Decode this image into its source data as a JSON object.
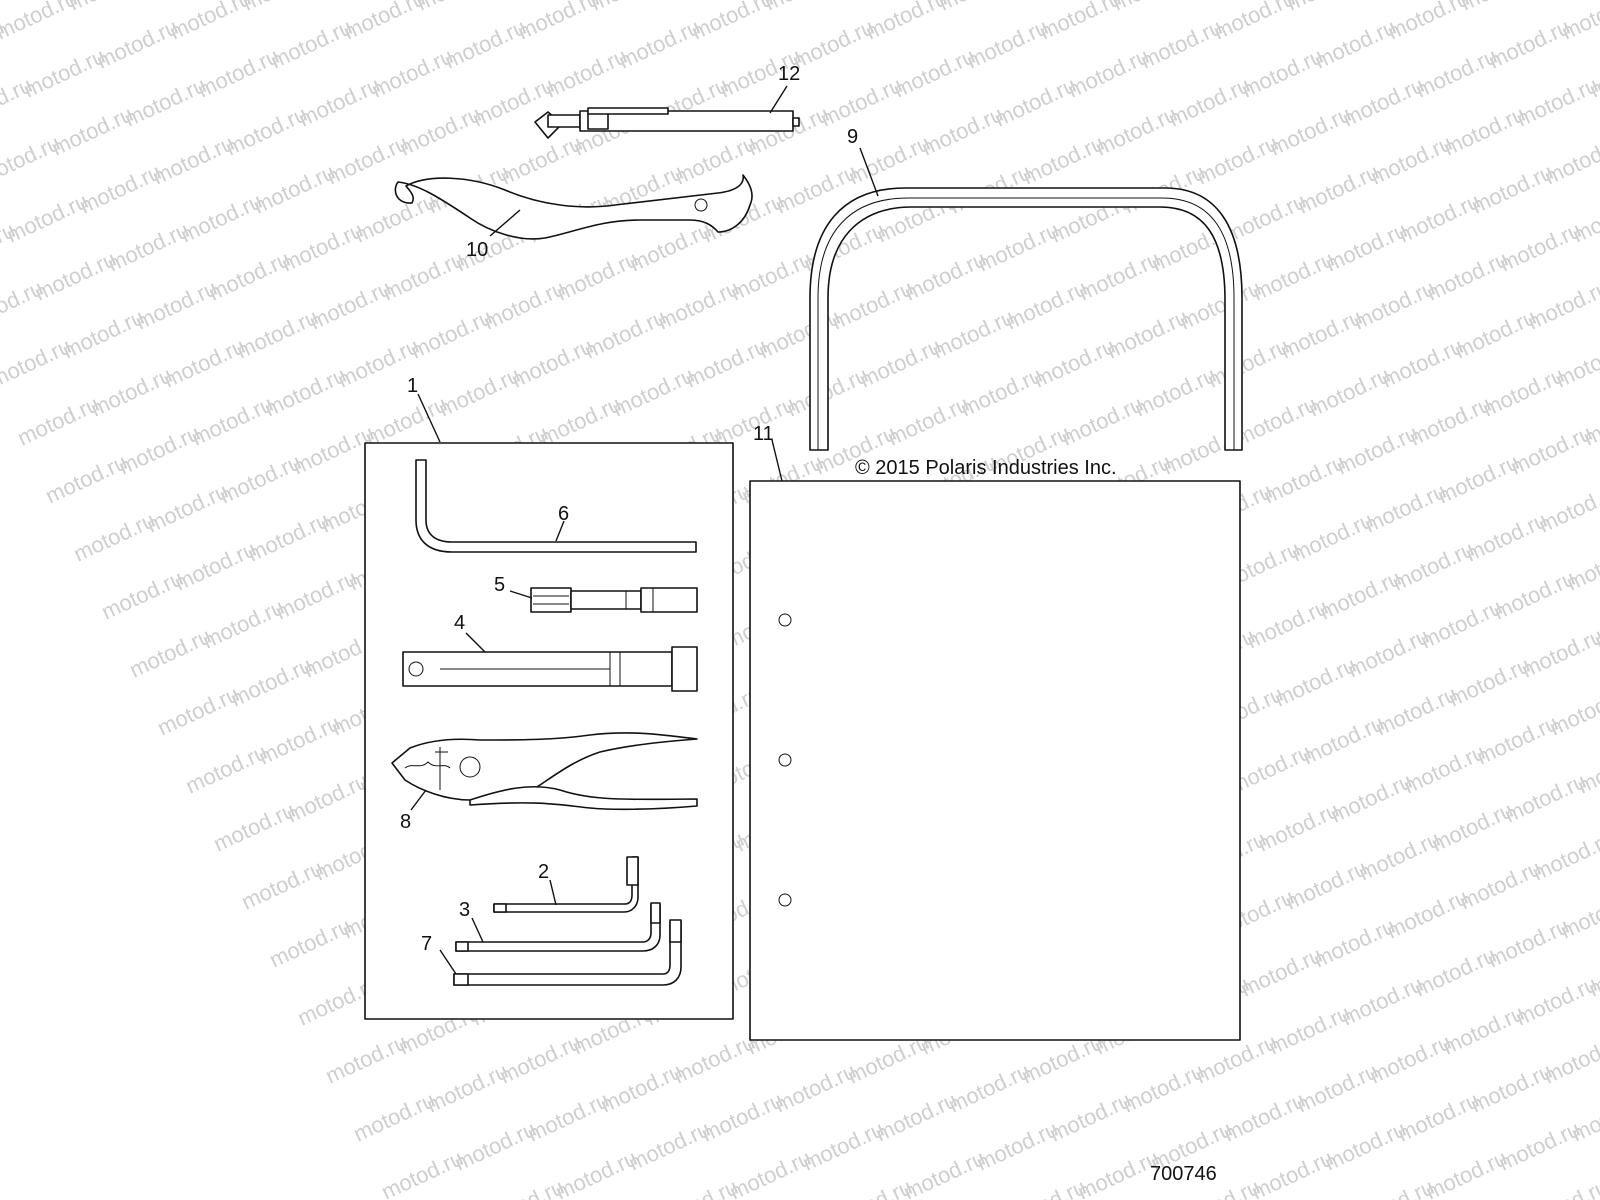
{
  "watermark": {
    "text": "motod.ru",
    "color": "#cfcfcf"
  },
  "callouts": {
    "c1": "1",
    "c2": "2",
    "c3": "3",
    "c4": "4",
    "c5": "5",
    "c6": "6",
    "c7": "7",
    "c8": "8",
    "c9": "9",
    "c10": "10",
    "c11": "11",
    "c12": "12"
  },
  "copyright": "© 2015 Polaris Industries Inc.",
  "diagram_code": "700746",
  "parts": [
    {
      "callout": "1",
      "icon": "tool-kit-bag-icon"
    },
    {
      "callout": "2",
      "icon": "torx-key-small-icon"
    },
    {
      "callout": "3",
      "icon": "torx-key-medium-icon"
    },
    {
      "callout": "4",
      "icon": "spark-plug-wrench-icon"
    },
    {
      "callout": "5",
      "icon": "socket-extension-icon"
    },
    {
      "callout": "6",
      "icon": "hex-key-icon"
    },
    {
      "callout": "7",
      "icon": "torx-key-large-icon"
    },
    {
      "callout": "8",
      "icon": "pliers-icon"
    },
    {
      "callout": "9",
      "icon": "strap-handle-icon"
    },
    {
      "callout": "10",
      "icon": "spanner-wrench-icon"
    },
    {
      "callout": "11",
      "icon": "owners-manual-icon"
    },
    {
      "callout": "12",
      "icon": "screwdriver-icon"
    }
  ]
}
